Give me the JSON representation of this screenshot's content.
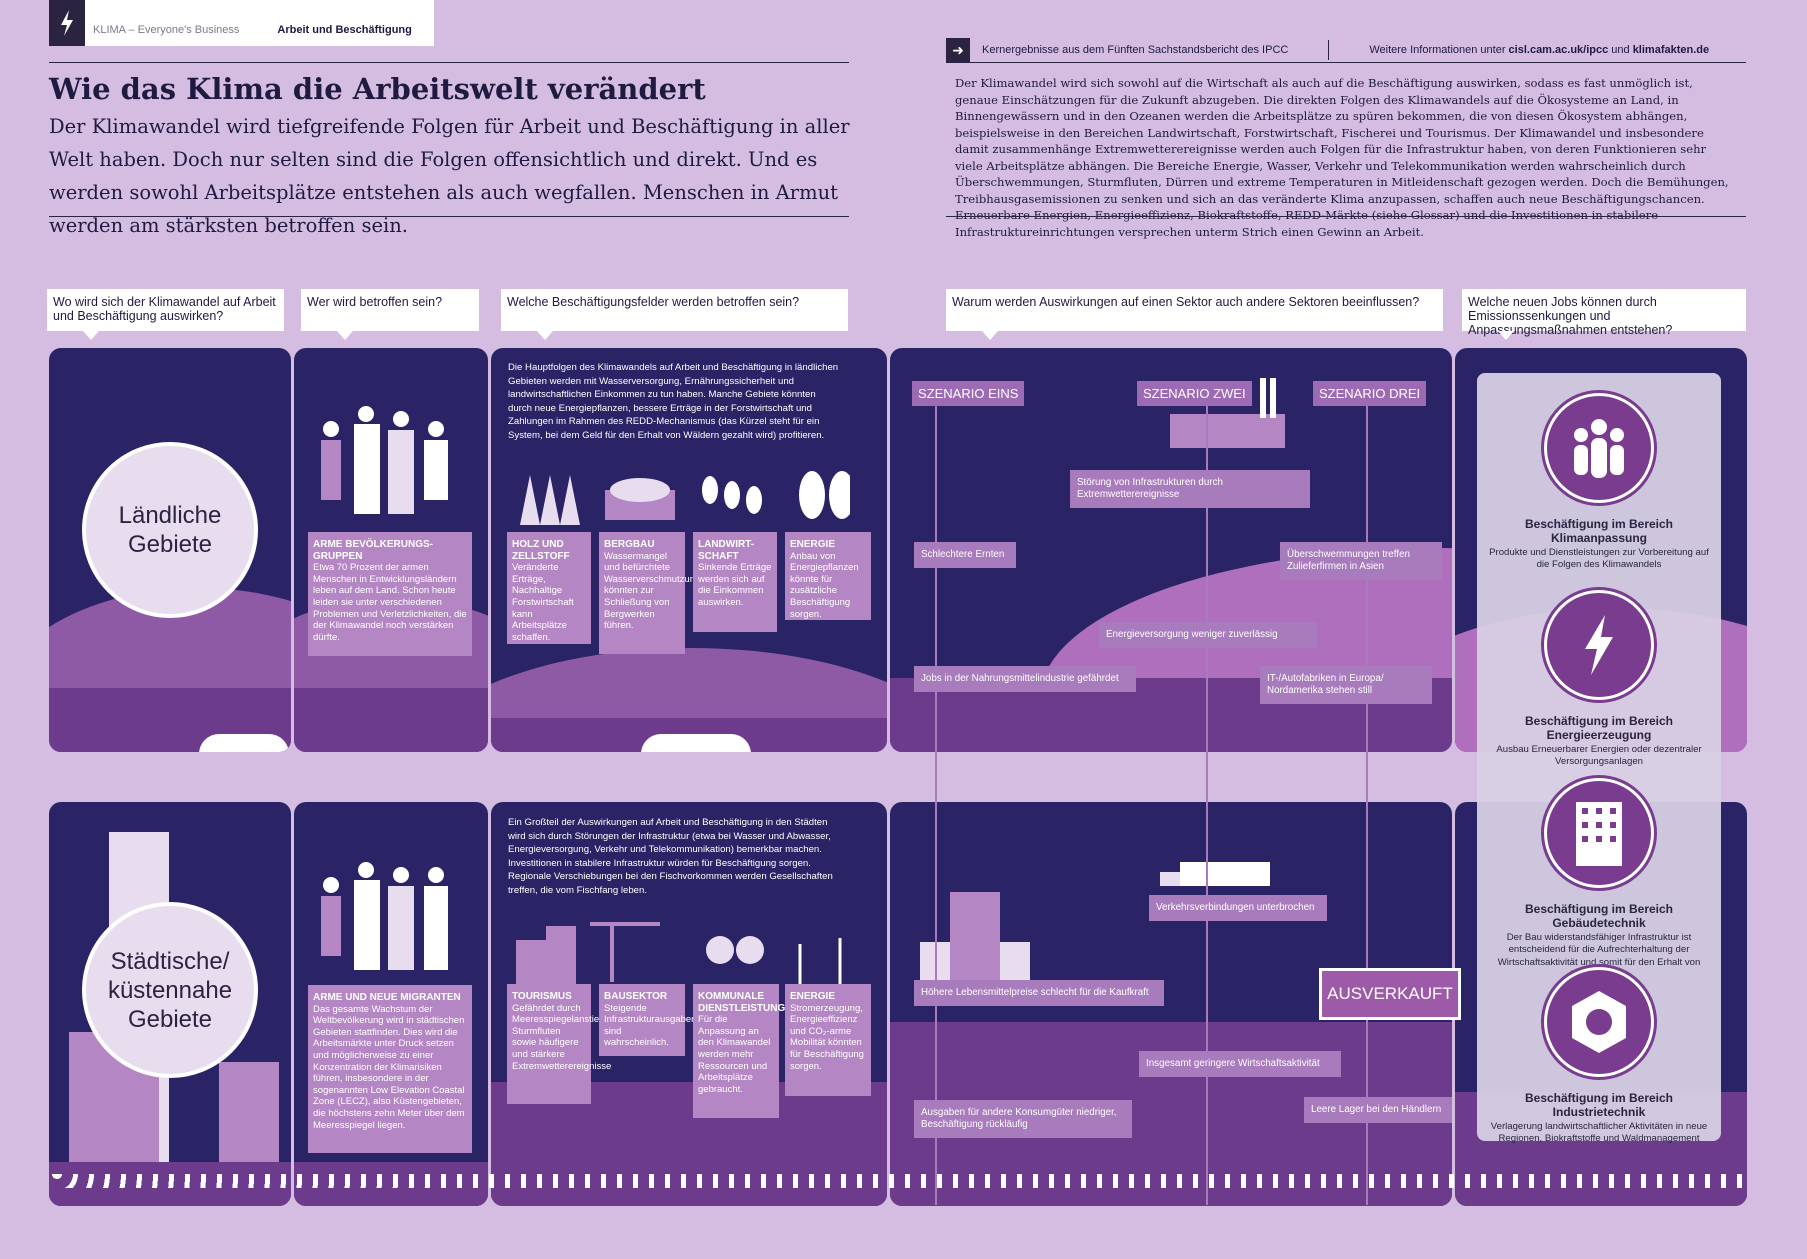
{
  "header": {
    "series": "KLIMA – Everyone's Business",
    "section": "Arbeit und Beschäftigung",
    "headline": "Wie das Klima die Arbeitswelt verändert",
    "lead": "Der Klimawandel wird tiefgreifende Folgen für Arbeit und Beschäftigung in aller Welt haben. Doch nur selten sind die Folgen offensichtlich und direkt. Und es werden sowohl Arbeitsplätze entstehen als auch wegfallen. Menschen in Armut werden am stärksten betroffen sein."
  },
  "ipcc": {
    "label": "Kernergebnisse aus dem Fünften Sachstandsbericht des IPCC",
    "more_prefix": "Weitere Informationen unter ",
    "more_link1": "cisl.cam.ac.uk/ipcc",
    "more_and": " und ",
    "more_link2": "klimafakten.de",
    "intro": "Der Klimawandel wird sich sowohl auf die Wirtschaft als auch auf die Beschäftigung auswirken, sodass es fast unmöglich ist, genaue Einschätzungen für die Zukunft abzugeben. Die direkten Folgen des Klimawandels auf die Ökosysteme an Land, in Binnengewässern und in den Ozeanen werden die Arbeitsplätze zu spüren bekommen, die von diesen Ökosystem abhängen, beispielsweise in den Bereichen Landwirtschaft, Forstwirtschaft, Fischerei und Tourismus. Der Klimawandel und insbesondere damit zusammenhänge Extremwetterereignisse werden auch Folgen für die Infrastruktur haben, von deren Funktionieren sehr viele Arbeitsplätze abhängen. Die Bereiche Energie, Wasser, Verkehr und Telekommunikation werden wahrscheinlich durch Überschwemmungen, Sturmfluten, Dürren und extreme Temperaturen in Mitleidenschaft gezogen werden. Doch die Bemühungen, Treibhausgasemissionen zu senken und sich an das veränderte Klima anzupassen, schaffen auch neue Beschäftigungschancen. Erneuerbare Energien, Energieeffizienz, Biokraftstoffe, REDD-Märkte (siehe Glossar) und die Investitionen in stabilere Infrastruktureinrichtungen versprechen unterm Strich einen Gewinn an Arbeit."
  },
  "questions": {
    "q1": "Wo wird sich der Klimawandel auf Arbeit und Beschäftigung auswirken?",
    "q2": "Wer wird betroffen sein?",
    "q3": "Welche Beschäftigungsfelder werden betroffen sein?",
    "q4": "Warum werden Auswirkungen auf einen Sektor auch andere Sektoren beeinflussen?",
    "q5": "Welche neuen Jobs können durch Emissionssenkungen und Anpassungsmaßnahmen entstehen?"
  },
  "rural": {
    "circle": "Ländliche Gebiete",
    "people_title": "ARME BEVÖLKERUNGS-GRUPPEN",
    "people_text": "Etwa 70 Prozent der armen Menschen in Entwicklungsländern leben auf dem Land. Schon heute leiden sie unter verschiedenen Problemen und Verletzlichkeiten, die der Klimawandel noch verstärken dürfte.",
    "intro": "Die Hauptfolgen des Klimawandels auf Arbeit und Beschäftigung in ländlichen Gebieten werden mit Wasserversorgung, Ernährungssicherheit und landwirtschaftlichen Einkommen zu tun haben. Manche Gebiete könnten durch neue Energiepflanzen, bessere Erträge in der Forstwirtschaft und Zahlungen im Rahmen des REDD-Mechanismus (das Kürzel steht für ein System, bei dem Geld für den Erhalt von Wäldern gezahlt wird) profitieren.",
    "sectors": [
      {
        "title": "HOLZ UND ZELLSTOFF",
        "text": "Veränderte Erträge, Nachhaltige Forstwirtschaft kann Arbeitsplätze schaffen."
      },
      {
        "title": "BERGBAU",
        "text": "Wassermangel und befürchtete Wasserverschmutzung könnten zur Schließung von Bergwerken führen."
      },
      {
        "title": "LANDWIRT-SCHAFT",
        "text": "Sinkende Erträge werden sich auf die Einkommen auswirken."
      },
      {
        "title": "ENERGIE",
        "text": "Anbau von Energiepflanzen könnte für zusätzliche Beschäftigung sorgen."
      }
    ]
  },
  "urban": {
    "circle": "Städtische/ küstennahe Gebiete",
    "people_title": "ARME UND NEUE MIGRANTEN",
    "people_text": "Das gesamte Wachstum der Weltbevölkerung wird in städtischen Gebieten stattfinden. Dies wird die Arbeitsmärkte unter Druck setzen und möglicherweise zu einer Konzentration der Klimarisiken führen, insbesondere in der sogenannten Low Elevation Coastal Zone (LECZ), also Küstengebieten, die höchstens zehn Meter über dem Meeresspiegel liegen.",
    "intro": "Ein Großteil der Auswirkungen auf Arbeit und Beschäftigung in den Städten wird sich durch Störungen der Infrastruktur (etwa bei Wasser und Abwasser, Energieversorgung, Verkehr und Telekommunikation) bemerkbar machen. Investitionen in stabilere Infrastruktur würden für Beschäftigung sorgen. Regionale Verschiebungen bei den Fischvorkommen werden Gesellschaften treffen, die vom Fischfang leben.",
    "sectors": [
      {
        "title": "TOURISMUS",
        "text": "Gefährdet durch Meeresspiegelanstieg, Sturmfluten sowie häufigere und stärkere Extremwetterereignisse"
      },
      {
        "title": "BAUSEKTOR",
        "text": "Steigende Infrastrukturausgaben sind wahrscheinlich."
      },
      {
        "title": "KOMMUNALE DIENSTLEISTUNGEN",
        "text": "Für die Anpassung an den Klimawandel werden mehr Ressourcen und Arbeitsplätze gebraucht."
      },
      {
        "title": "ENERGIE",
        "text": "Stromerzeugung, Energieeffizienz und CO₂-arme Mobilität könnten für Beschäftigung sorgen."
      }
    ]
  },
  "scenarios": {
    "s1": "SZENARIO EINS",
    "s2": "SZENARIO ZWEI",
    "s3": "SZENARIO DREI",
    "labels": [
      "Störung von Infrastrukturen durch Extremwetterereignisse",
      "Schlechtere Ernten",
      "Überschwemmungen treffen Zulieferfirmen in Asien",
      "Energieversorgung weniger zuverlässig",
      "Jobs in der Nahrungsmittelindustrie gefährdet",
      "IT-/Autofabriken in Europa/ Nordamerika stehen still",
      "Verkehrsverbindungen unterbrochen",
      "Höhere Lebensmittelpreise schlecht für die Kaufkraft",
      "Insgesamt geringere Wirtschaftsaktivität",
      "Leere Lager bei den Händlern",
      "Ausgaben für andere Konsumgüter niedriger, Beschäftigung rückläufig"
    ],
    "sold_out": "AUSVERKAUFT"
  },
  "jobs": [
    {
      "title": "Beschäftigung im Bereich Klimaanpassung",
      "text": "Produkte und Dienstleistungen zur Vorbereitung auf die Folgen des Klimawandels",
      "icon": "people-icon"
    },
    {
      "title": "Beschäftigung im Bereich Energieerzeugung",
      "text": "Ausbau Erneuerbarer Energien oder dezentraler Versorgungsanlagen",
      "icon": "lightning-icon"
    },
    {
      "title": "Beschäftigung im Bereich Gebäudetechnik",
      "text": "Der Bau widerstandsfähiger Infrastruktur ist entscheidend für die Aufrechterhaltung der Wirtschaftsaktivität und somit für den Erhalt von Arbeitsplätzen",
      "icon": "building-icon"
    },
    {
      "title": "Beschäftigung im Bereich Industrietechnik",
      "text": "Verlagerung landwirtschaftlicher Aktivitäten in neue Regionen, Biokraftstoffe und Waldmanagement",
      "icon": "hex-nut-icon"
    }
  ],
  "colors": {
    "background": "#d4bde0",
    "panel": "#2a2466",
    "accent": "#7a3c8f",
    "card": "#b487c4"
  }
}
